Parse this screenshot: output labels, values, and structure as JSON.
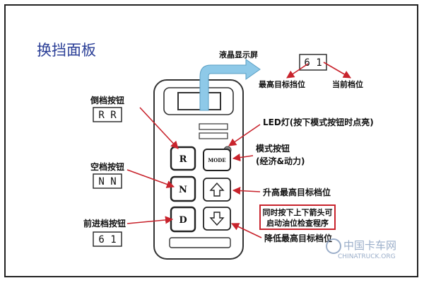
{
  "title": "换挡面板",
  "labels": {
    "lcd": "液晶显示屏",
    "max_gear": "最高目标挡位",
    "current_gear": "当前档位",
    "reverse_button": "倒档按钮",
    "led": "LED灯(按下模式按钮时点亮)",
    "mode_button": "模式按钮",
    "mode_types": "(经济&动力)",
    "neutral_button": "空档按钮",
    "raise_max": "升高最高目标档位",
    "drive_button": "前进档按钮",
    "lower_max": "降低最高目标档位",
    "note_line1": "同时按下上下箭头可",
    "note_line2": "启动油位检查程序"
  },
  "displays": {
    "reverse": "R R",
    "neutral": "N N",
    "drive": "6 1",
    "top": "6 1"
  },
  "keys": {
    "r": "R",
    "n": "N",
    "d": "D",
    "mode": "MODE"
  },
  "icons": {
    "up": "up-arrow-icon",
    "down": "down-arrow-icon"
  },
  "watermark": {
    "brand": "中国卡车网",
    "url": "CHINATRUCK.ORG"
  },
  "colors": {
    "title": "#2b3f97",
    "arrow": "#c8232c",
    "lcd_arrow": "#8ec9e8",
    "note_border": "#c8232c"
  }
}
